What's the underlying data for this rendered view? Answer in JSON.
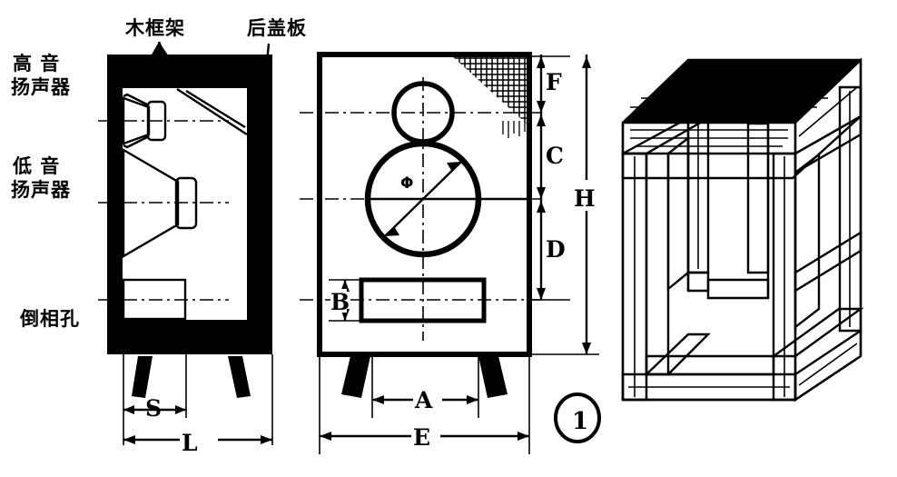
{
  "figure": {
    "kind": "technical-drawing",
    "subject": "loudspeaker-enclosure-three-views",
    "number": "1",
    "background_color": "#ffffff",
    "ink_color": "#000000"
  },
  "annotations": {
    "wood_frame": "木框架",
    "back_panel": "后盖板",
    "tweeter": "高音\n扬声器",
    "tweeter_line1": "高 音",
    "tweeter_line2": "扬声器",
    "woofer_line1": "低 音",
    "woofer_line2": "扬声器",
    "port": "倒相孔"
  },
  "dimensions": {
    "F": "F",
    "C": "C",
    "D": "D",
    "H": "H",
    "B": "B",
    "A": "A",
    "E": "E",
    "S": "S",
    "L": "L",
    "diameter": "Φ"
  },
  "views": {
    "side_section": "side-cross-section-view",
    "front_elevation": "front-elevation-view",
    "isometric_frame": "isometric-wood-frame-view"
  }
}
